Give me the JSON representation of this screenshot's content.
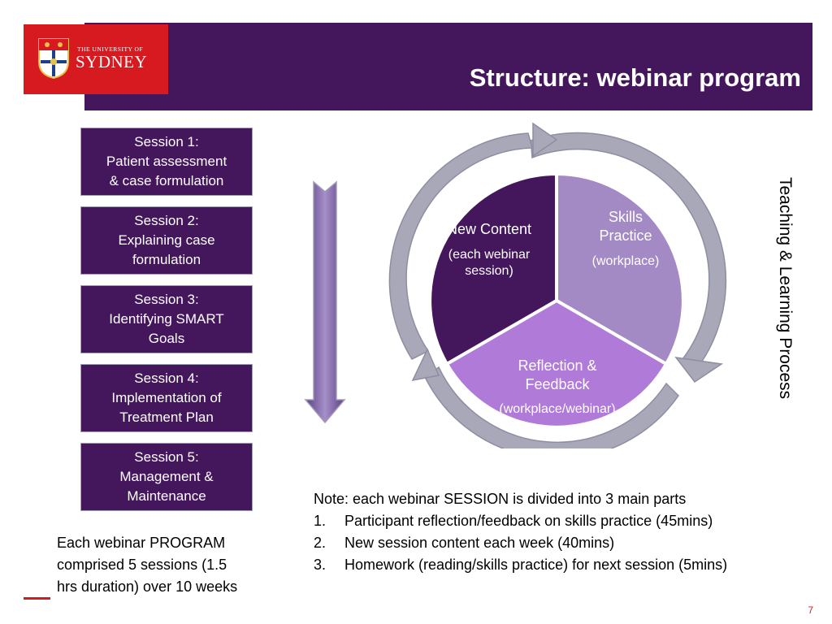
{
  "header": {
    "title": "Structure: webinar program",
    "logo_small": "THE UNIVERSITY OF",
    "logo_big": "SYDNEY"
  },
  "sessions": [
    {
      "line1": "Session 1:",
      "line2": "Patient assessment",
      "line3": "& case formulation"
    },
    {
      "line1": "Session 2:",
      "line2": "Explaining case",
      "line3": "formulation"
    },
    {
      "line1": "Session 3:",
      "line2": "Identifying SMART",
      "line3": "Goals"
    },
    {
      "line1": "Session 4:",
      "line2": "Implementation of",
      "line3": "Treatment Plan"
    },
    {
      "line1": "Session 5:",
      "line2": "Management &",
      "line3": "Maintenance"
    }
  ],
  "cycle": {
    "new_content": {
      "title": "New Content",
      "sub1": "(each webinar",
      "sub2": "session)",
      "color": "#44165c"
    },
    "skills": {
      "title1": "Skills",
      "title2": "Practice",
      "sub": "(workplace)",
      "color": "#a38ac4"
    },
    "reflection": {
      "title1": "Reflection &",
      "title2": "Feedback",
      "sub": "(workplace/webinar)",
      "color": "#b07ad8"
    }
  },
  "vertical_label": "Teaching & Learning Process",
  "program_note": {
    "line1": "Each webinar PROGRAM",
    "line2": "comprised 5 sessions (1.5",
    "line3": "hrs duration) over 10 weeks"
  },
  "note": {
    "heading": "Note: each webinar SESSION is divided into 3 main parts",
    "items": [
      {
        "num": "1.",
        "text": "Participant reflection/feedback on skills practice (45mins)"
      },
      {
        "num": "2.",
        "text": "New session content each week (40mins)"
      },
      {
        "num": "3.",
        "text": "Homework (reading/skills practice) for next session (5mins)"
      }
    ]
  },
  "page_number": "7",
  "colors": {
    "purple": "#44165c",
    "red": "#d71920",
    "ring": "#a8a8b8"
  }
}
